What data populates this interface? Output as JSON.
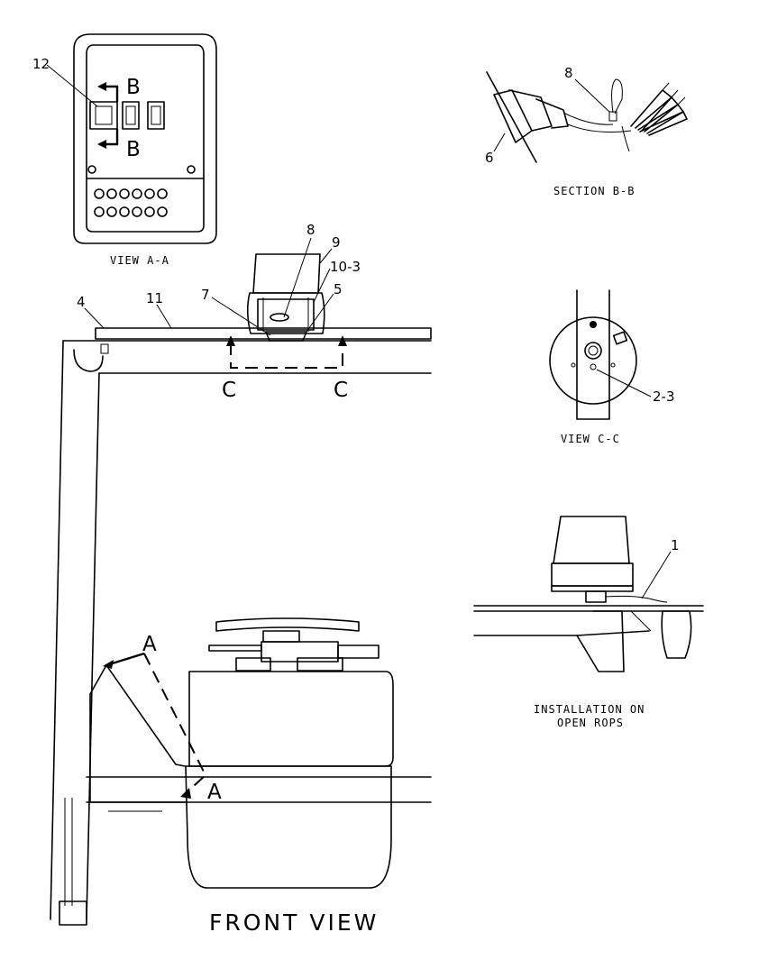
{
  "callouts": {
    "c1": "1",
    "c2_3": "2-3",
    "c4": "4",
    "c5": "5",
    "c6": "6",
    "c7": "7",
    "c8a": "8",
    "c8b": "8",
    "c9": "9",
    "c10_3": "10-3",
    "c11": "11",
    "c12": "12"
  },
  "section_letters": {
    "a": "A",
    "b": "B",
    "c": "C"
  },
  "captions": {
    "view_aa": "VIEW A-A",
    "section_bb": "SECTION B-B",
    "view_cc": "VIEW C-C",
    "install_line1": "INSTALLATION ON",
    "install_line2": "OPEN ROPS",
    "front_view": "FRONT VIEW"
  }
}
